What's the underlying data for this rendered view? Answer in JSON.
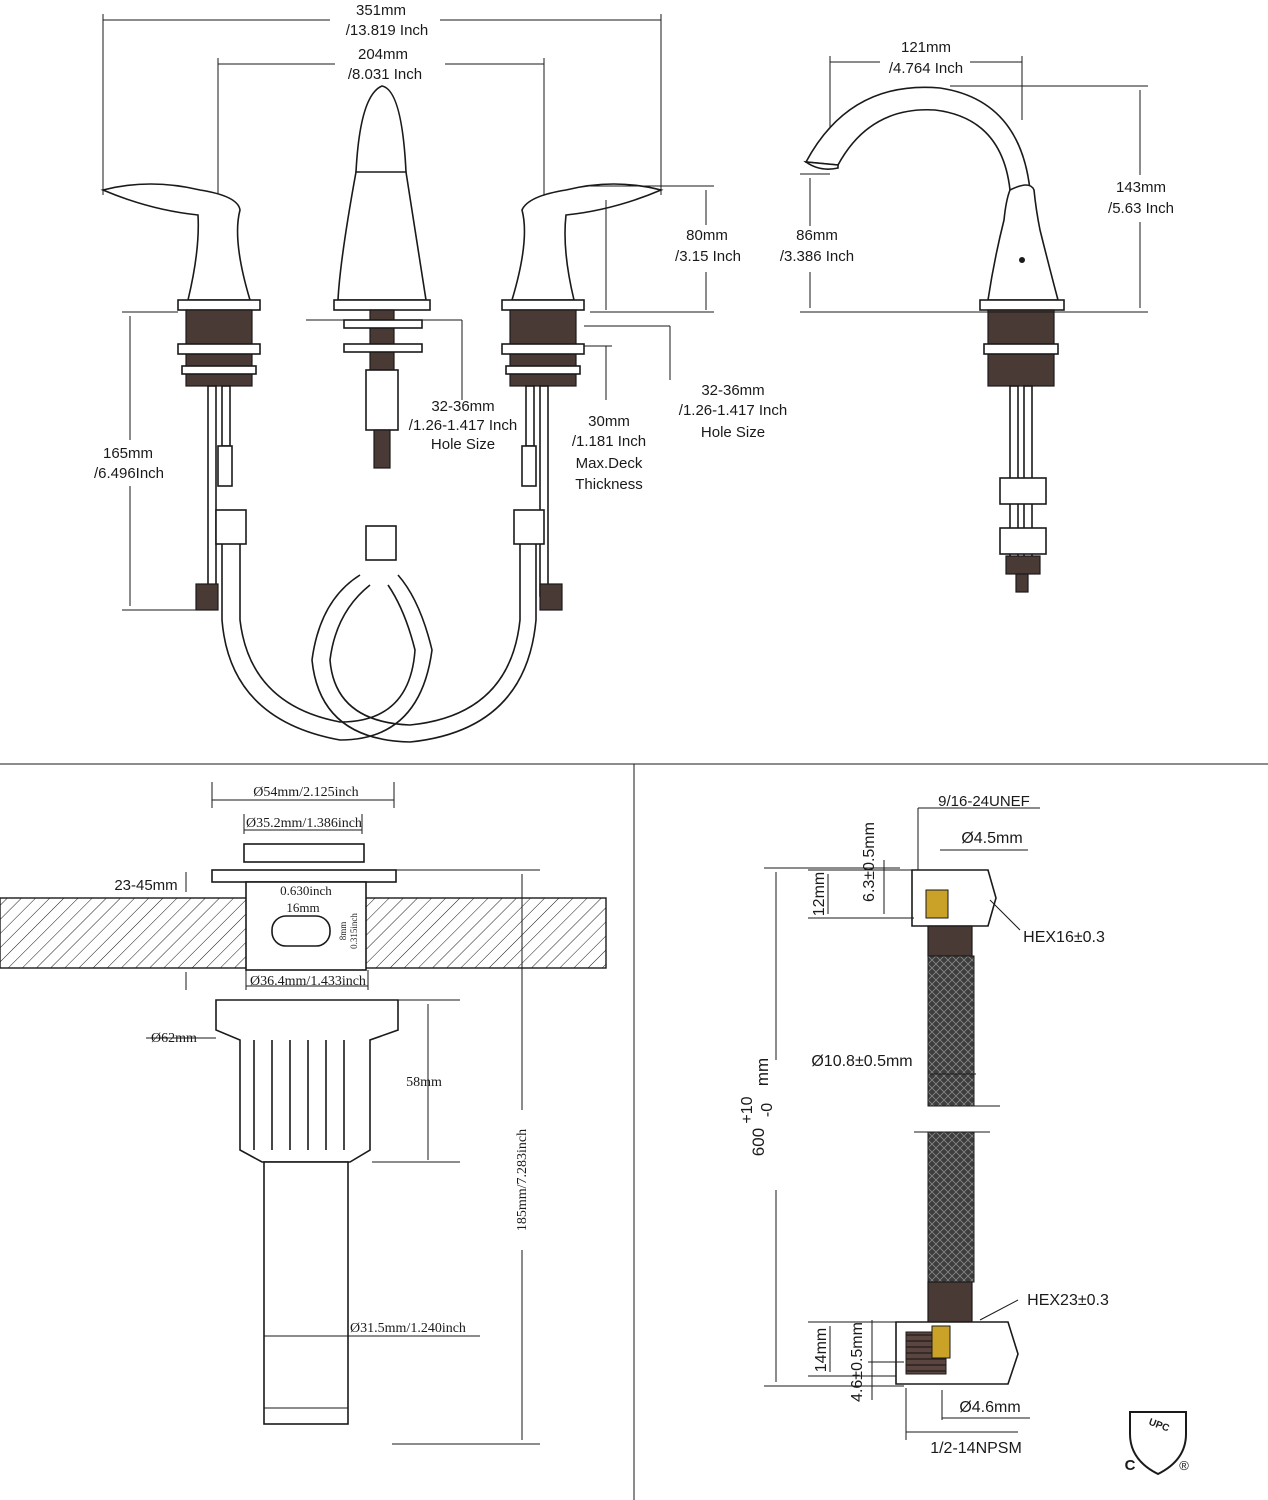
{
  "faucet_front": {
    "overall_width": {
      "mm": "351mm",
      "inch": "/13.819 Inch"
    },
    "handle_spacing": {
      "mm": "204mm",
      "inch": "/8.031 Inch"
    },
    "handle_height": {
      "mm": "80mm",
      "inch": "/3.15 Inch"
    },
    "hole_size_center": {
      "mm": "32-36mm",
      "inch": "/1.26-1.417 Inch",
      "label": "Hole Size"
    },
    "hole_size_right": {
      "mm": "32-36mm",
      "inch": "/1.26-1.417 Inch",
      "label": "Hole Size"
    },
    "deck_thickness": {
      "mm": "30mm",
      "inch": "/1.181 Inch",
      "label1": "Max.Deck",
      "label2": "Thickness"
    },
    "below_deck_height": {
      "mm": "165mm",
      "inch": "/6.496Inch"
    }
  },
  "faucet_side": {
    "spout_reach": {
      "mm": "121mm",
      "inch": "/4.764 Inch"
    },
    "spout_height": {
      "mm": "86mm",
      "inch": "/3.386 Inch"
    },
    "overall_height": {
      "mm": "143mm",
      "inch": "/5.63 Inch"
    }
  },
  "drain": {
    "flange_diameter": "Ø54mm/2.125inch",
    "cap_diameter": "Ø35.2mm/1.386inch",
    "deck_range": "23-45mm",
    "overflow_height": "0.630inch",
    "slot_width": "16mm",
    "slot_height_mm": "8mm",
    "slot_height_in": "0.315inch",
    "body_diameter": "Ø36.4mm/1.433inch",
    "nut_diameter": "Ø62mm",
    "thread_length": "58mm",
    "total_length": "185mm/7.283inch",
    "tailpiece_diameter": "Ø31.5mm/1.240inch"
  },
  "hose": {
    "thread_spec": "9/16-24UNEF",
    "inner_dia_top": "Ø4.5mm",
    "top_tolerance": "6.3±0.5mm",
    "top_nut_height": "12mm",
    "top_hex": "HEX16±0.3",
    "hose_diameter": "Ø10.8±0.5mm",
    "length_value": "600",
    "length_plus": "+10",
    "length_minus": "-0",
    "length_unit": "mm",
    "bottom_hex": "HEX23±0.3",
    "bottom_nut_height": "14mm",
    "bottom_tolerance": "4.6±0.5mm",
    "inner_dia_bottom": "Ø4.6mm",
    "bottom_thread": "1/2-14NPSM"
  },
  "cert": {
    "top": "UPC",
    "left": "C",
    "right": "®"
  }
}
